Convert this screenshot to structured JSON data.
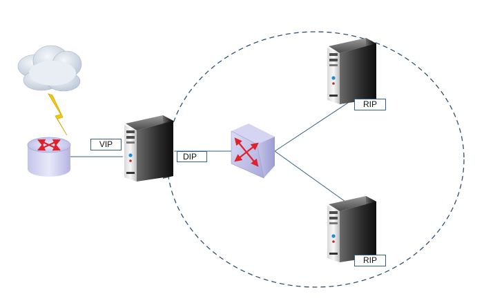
{
  "labels": {
    "vip": "VIP",
    "dip": "DIP",
    "rip_top": "RIP",
    "rip_bottom": "RIP"
  },
  "icons": {
    "cloud": "cloud-icon",
    "lightning": "lightning-icon",
    "router": "router-icon",
    "load_balancer": "server-icon",
    "switch": "switch-icon",
    "real_server": "server-icon"
  },
  "colors": {
    "link_line": "#2f5f8a",
    "boundary": "#2f4f6f",
    "arrows": "#e0202a",
    "lightning": "#f2c811"
  }
}
